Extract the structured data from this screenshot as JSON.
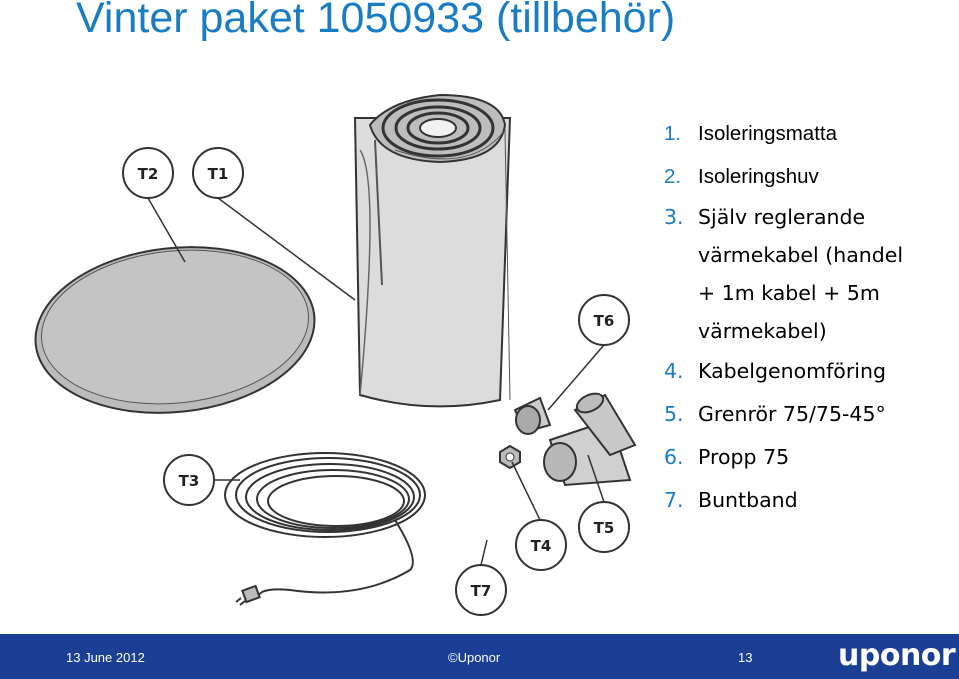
{
  "title": "Vinter paket 1050933 (tillbehör)",
  "items": [
    {
      "num": "1.",
      "text": "Isoleringsmatta"
    },
    {
      "num": "2.",
      "text": "Isoleringshuv"
    },
    {
      "num": "3.",
      "text": "Själv reglerande",
      "cont1": "värmekabel (handel",
      "cont2": "+  1m kabel + 5m",
      "cont3": "värmekabel)"
    },
    {
      "num": "4.",
      "text": "Kabelgenomföring"
    },
    {
      "num": "5.",
      "text": "Grenrör 75/75-45°"
    },
    {
      "num": "6.",
      "text": "Propp 75"
    },
    {
      "num": "7.",
      "text": "Buntband"
    }
  ],
  "callouts": {
    "t1": "T1",
    "t2": "T2",
    "t3": "T3",
    "t4": "T4",
    "t5": "T5",
    "t6": "T6",
    "t7": "T7"
  },
  "footer": {
    "date": "13 June 2012",
    "copyright": "©Uponor",
    "page": "13",
    "logo": "uponor"
  }
}
